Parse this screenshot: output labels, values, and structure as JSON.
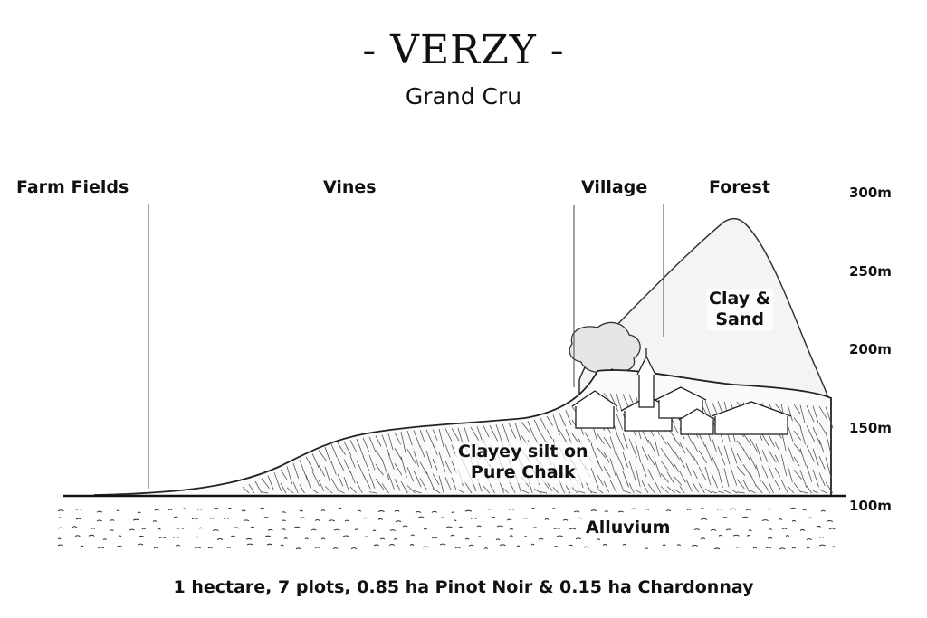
{
  "header": {
    "title": "- VERZY -",
    "subtitle": "Grand Cru"
  },
  "zones": [
    {
      "label": "Farm Fields"
    },
    {
      "label": "Vines"
    },
    {
      "label": "Village"
    },
    {
      "label": "Forest"
    }
  ],
  "altitudes": [
    {
      "label": "300m",
      "value": 300
    },
    {
      "label": "250m",
      "value": 250
    },
    {
      "label": "200m",
      "value": 200
    },
    {
      "label": "150m",
      "value": 150
    },
    {
      "label": "100m",
      "value": 100
    }
  ],
  "soils": {
    "upper": "Clay &\nSand",
    "middle": "Clayey silt on\nPure Chalk",
    "lower": "Alluvium"
  },
  "footer": {
    "summary": "1 hectare, 7 plots, 0.85 ha Pinot Noir & 0.15 ha Chardonnay"
  }
}
